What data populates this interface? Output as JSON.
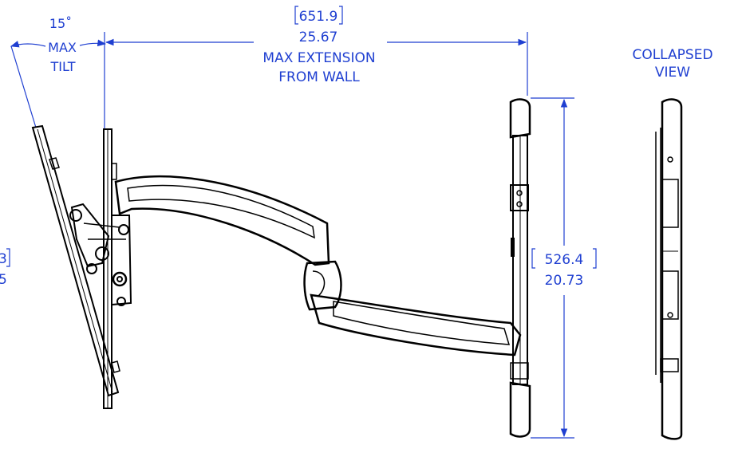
{
  "colors": {
    "dimension": "#1f3fd1",
    "ink": "#000000",
    "background": "#ffffff"
  },
  "dimensions": {
    "tilt_deg": "15˚",
    "tilt_label_1": "MAX",
    "tilt_label_2": "TILT",
    "extension_mm": "651.9",
    "extension_in": "25.67",
    "extension_label_1": "MAX EXTENSION",
    "extension_label_2": "FROM WALL",
    "height_mm": "526.4",
    "height_in": "20.73",
    "left_cut_mm": "3",
    "left_cut_in": "5"
  },
  "views": {
    "collapsed_line_1": "COLLAPSED",
    "collapsed_line_2": "VIEW"
  }
}
